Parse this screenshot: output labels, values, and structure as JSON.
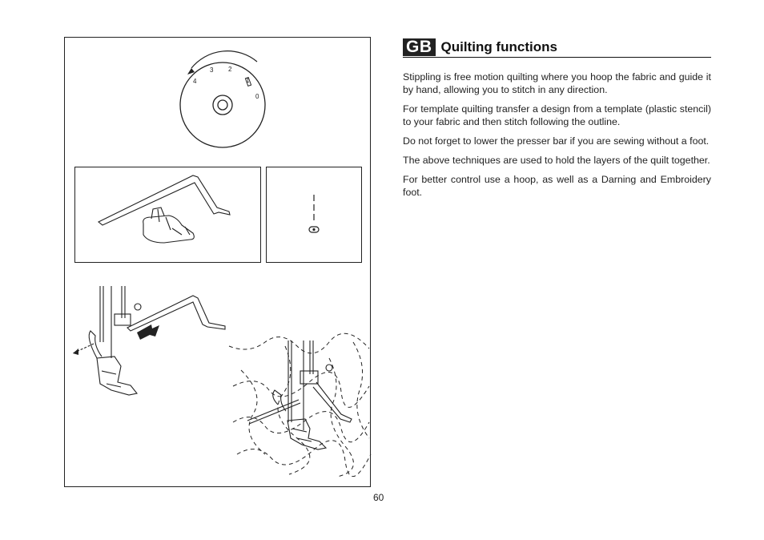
{
  "header": {
    "lang_badge": "GB",
    "title": "Quilting functions"
  },
  "paragraphs": [
    "Stippling is free motion quilting where you hoop the fabric and guide it by hand, allowing you to stitch in any direction.",
    "For template quilting transfer a design from a template (plastic stencil) to your fabric and then stitch following the outline.",
    "Do not forget to lower the presser bar if you are sewing without a foot.",
    "The above techniques are used to hold the layers of the quilt together.",
    "For better control use a hoop, as well as a Darning and Embroidery foot."
  ],
  "figure": {
    "dial_labels": [
      "4",
      "3",
      "2",
      "1",
      "0"
    ]
  },
  "page_number": "60"
}
